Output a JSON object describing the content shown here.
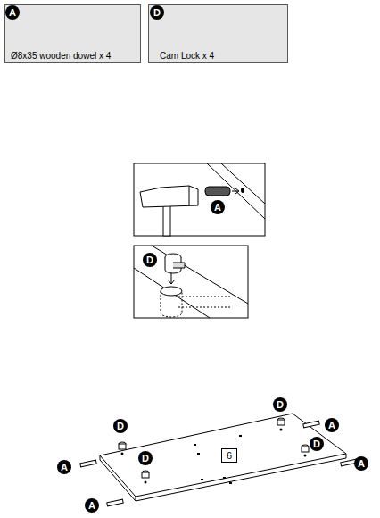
{
  "diagram": {
    "nodes": [
      {
        "text": [
          "Ø8x35 wooden dowel x 4"
        ]
      },
      {
        "text": [
          "Cam Lock x 4"
        ]
      },
      {
        "text": [
          "6"
        ]
      }
    ],
    "labels": [
      "A",
      "D",
      "A",
      "D",
      "D",
      "D",
      "D",
      "D",
      "A",
      "A",
      "A",
      "A"
    ]
  }
}
